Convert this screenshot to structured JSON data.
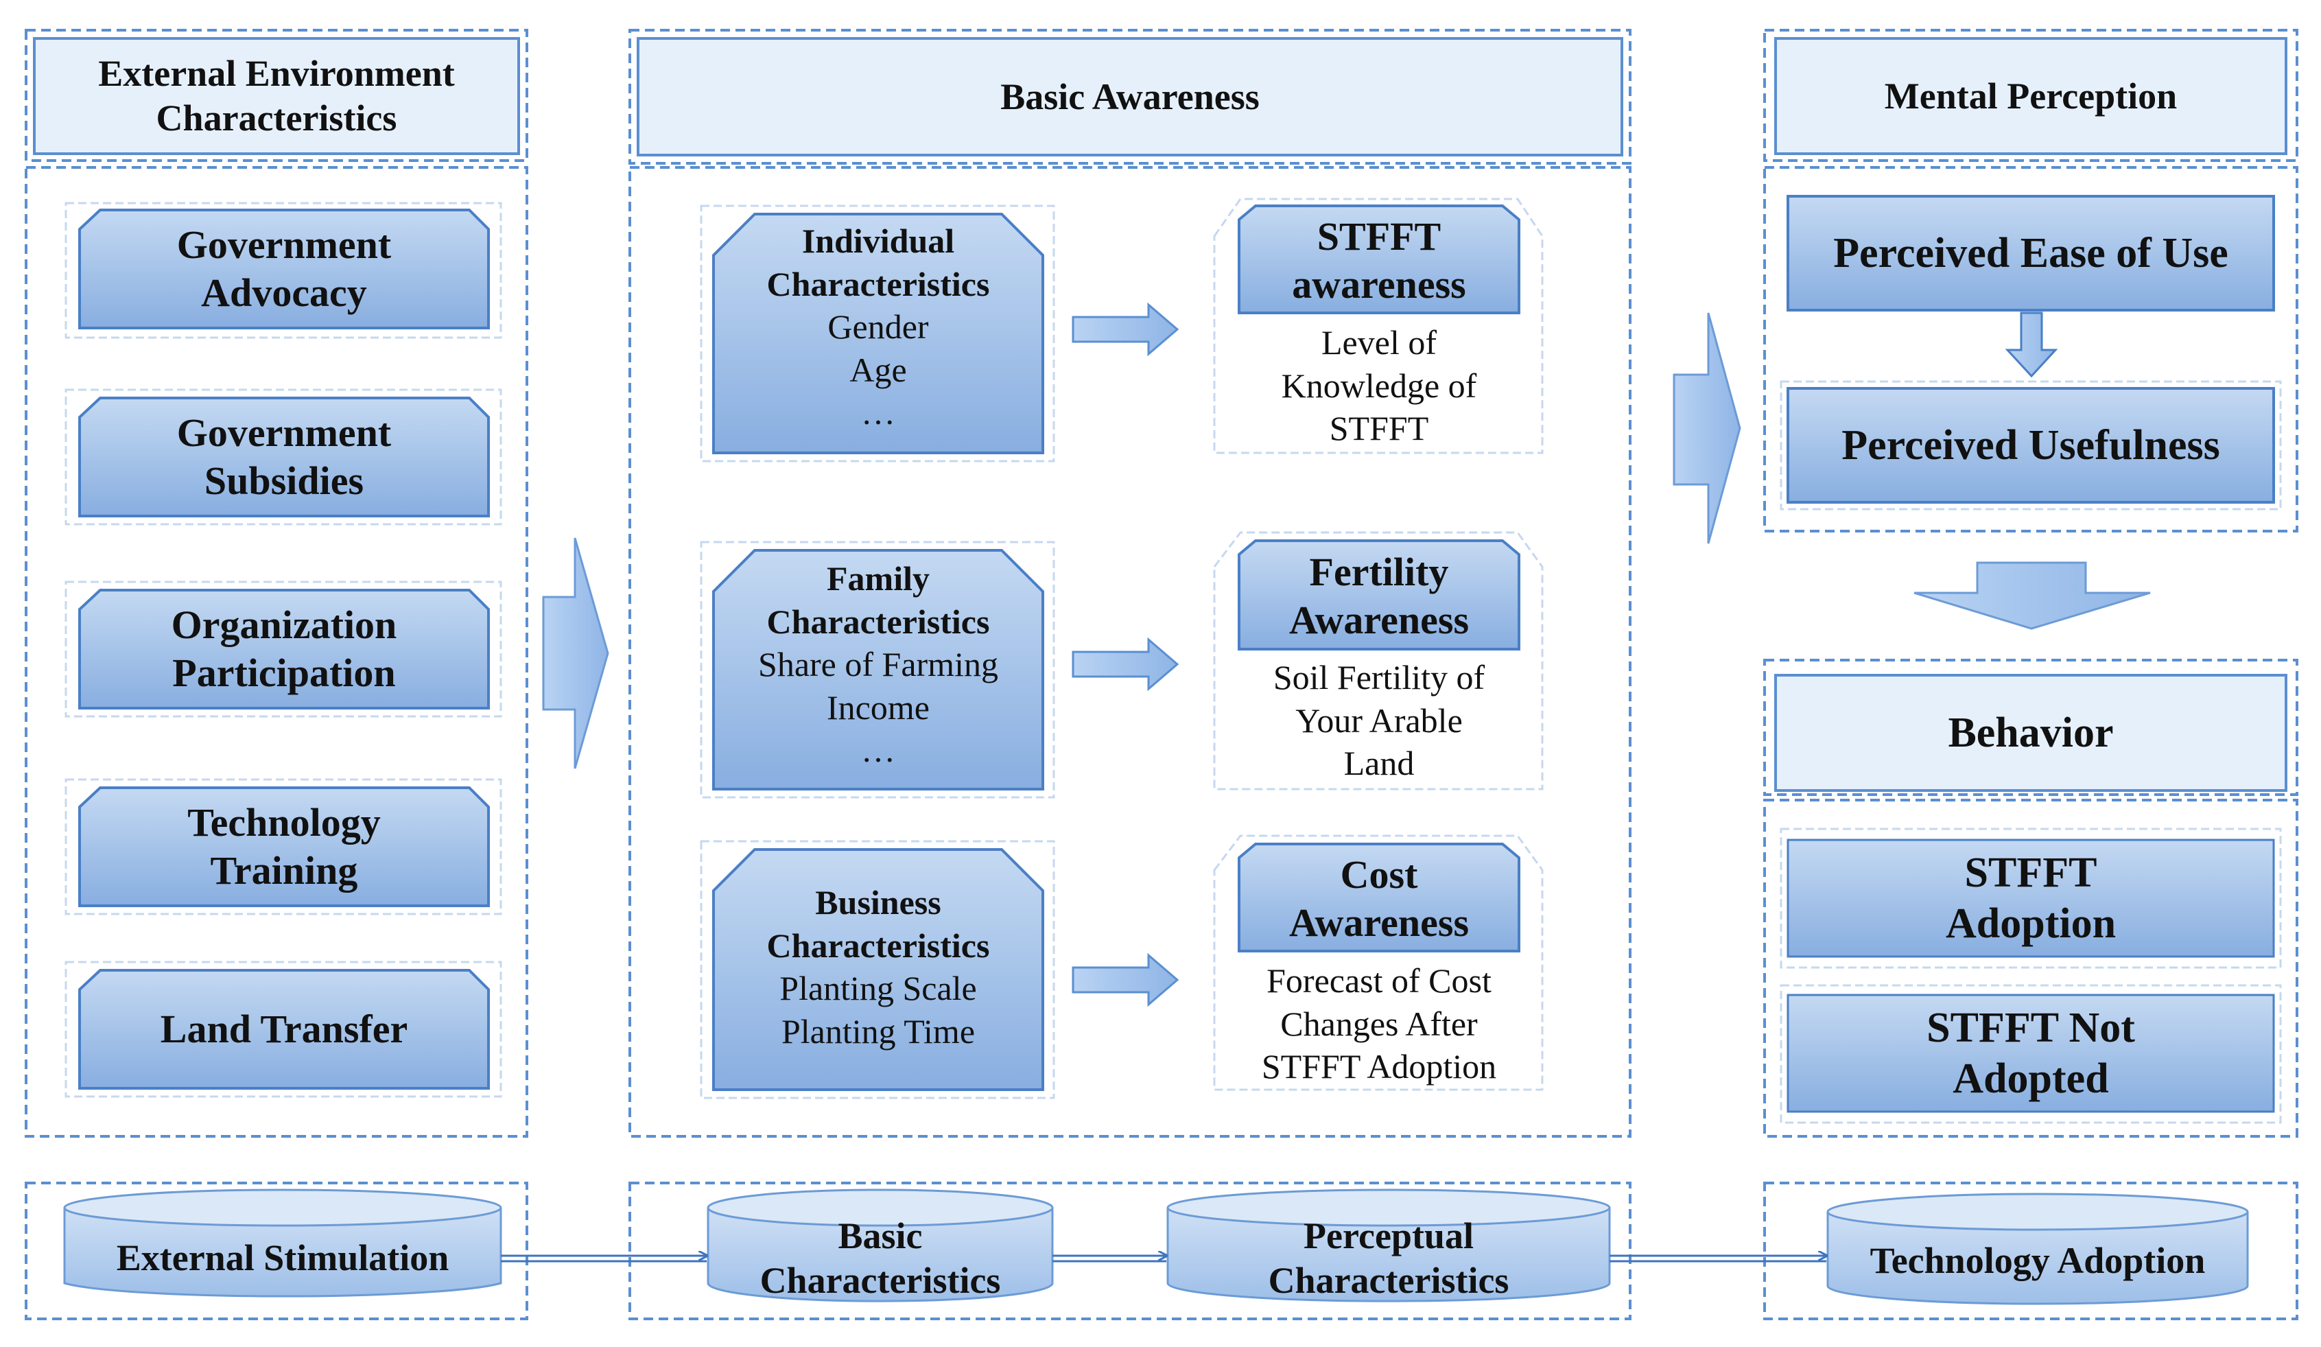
{
  "colors": {
    "dash": "#5b8fd0",
    "header_fill": "#e6f0fb",
    "box_fill_top": "#bcd3f0",
    "box_fill_bottom": "#8db1e2",
    "box_border": "#4a7fc6",
    "arrow_fill": "#a9c7ee"
  },
  "columns": {
    "external": {
      "header": "External Environment\nCharacteristics",
      "items": [
        "Government\nAdvocacy",
        "Government\nSubsidies",
        "Organization\nParticipation",
        "Technology\nTraining",
        "Land Transfer"
      ]
    },
    "basic": {
      "header": "Basic Awareness",
      "characteristics": [
        {
          "title": "Individual\nCharacteristics",
          "detail": "Gender\nAge\n…"
        },
        {
          "title": "Family\nCharacteristics",
          "detail": "Share of Farming\nIncome\n…"
        },
        {
          "title": "Business\nCharacteristics",
          "detail": "Planting Scale\nPlanting Time"
        }
      ],
      "awareness": [
        {
          "title": "STFFT\nawareness",
          "detail": "Level of\nKnowledge of\nSTFFT"
        },
        {
          "title": "Fertility\nAwareness",
          "detail": "Soil Fertility of\nYour Arable\nLand"
        },
        {
          "title": "Cost\nAwareness",
          "detail": "Forecast of Cost\nChanges After\nSTFFT Adoption"
        }
      ]
    },
    "mental": {
      "header": "Mental Perception",
      "ease": "Perceived Ease of Use",
      "usefulness": "Perceived Usefulness"
    },
    "behavior": {
      "header": "Behavior",
      "adoption": "STFFT\nAdoption",
      "not_adopted": "STFFT Not\nAdopted"
    }
  },
  "bottom": {
    "external_stimulation": "External Stimulation",
    "basic_characteristics": "Basic\nCharacteristics",
    "perceptual_characteristics": "Perceptual\nCharacteristics",
    "technology_adoption": "Technology Adoption"
  }
}
